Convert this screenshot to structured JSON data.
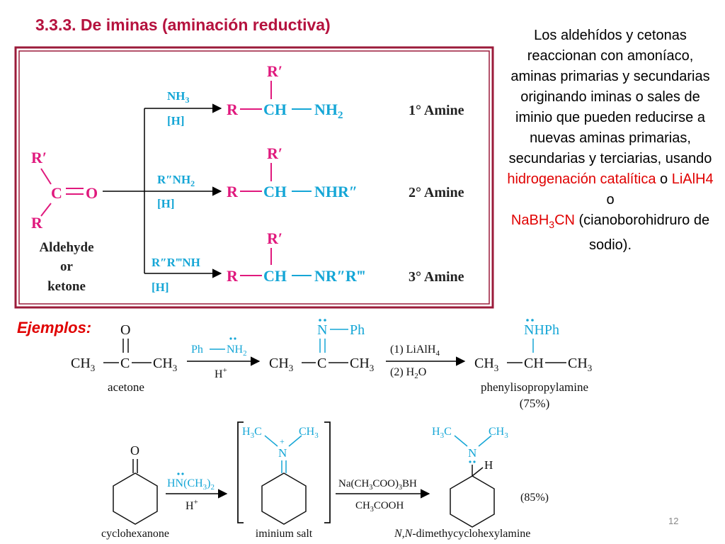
{
  "title": "3.3.3. De iminas (aminación reductiva)",
  "description": {
    "line1": "Los aldehídos y cetonas reaccionan con amoníaco, aminas primarias y secundarias originando iminas o sales de iminio que pueden reducirse a nuevas aminas primarias, secundarias y terciarias, usando ",
    "hl1": "hidrogenación catalítica",
    "or1": " o ",
    "hl2": "LiAlH4",
    "or2": " o ",
    "hl3_a": "NaBH",
    "hl3_sub": "3",
    "hl3_b": "CN",
    "tail": " (cianoborohidruro de sodio)."
  },
  "ejemplos": "Ejemplos:",
  "page_number": "12",
  "scheme": {
    "reactant": {
      "r_prime": "R′",
      "carbonyl": "C═O",
      "c": "C",
      "dbl": "═",
      "o": "O",
      "r": "R",
      "label_line1": "Aldehyde",
      "label_line2": "or",
      "label_line3": "ketone"
    },
    "routes": [
      {
        "reagent_main": "NH",
        "reagent_sub": "3",
        "reagent_tail": "",
        "reducer": "[H]",
        "product_r": "R",
        "product_ch": "CH",
        "product_n": "NH",
        "product_sub": "2",
        "product_tail": "",
        "r_prime": "R′",
        "label": "1° Amine"
      },
      {
        "reagent_main": "R″NH",
        "reagent_sub": "2",
        "reagent_tail": "",
        "reducer": "[H]",
        "product_r": "R",
        "product_ch": "CH",
        "product_n": "NHR″",
        "product_sub": "",
        "product_tail": "",
        "r_prime": "R′",
        "label": "2° Amine"
      },
      {
        "reagent_main": "R″R‴NH",
        "reagent_sub": "",
        "reagent_tail": "",
        "reducer": "[H]",
        "product_r": "R",
        "product_ch": "CH",
        "product_n": "NR″R‴",
        "product_sub": "",
        "product_tail": "",
        "r_prime": "R′",
        "label": "3° Amine"
      }
    ]
  },
  "example1": {
    "acetone": {
      "o": "O",
      "ch3": "CH",
      "sub": "3",
      "c": "C",
      "label": "acetone"
    },
    "reagent": {
      "ph": "Ph",
      "nh": "NH",
      "sub": "2",
      "catalyst": "H",
      "sup": "+"
    },
    "imine": {
      "n": "N",
      "ph": "Ph",
      "c": "C"
    },
    "step1": "(1) LiAlH",
    "step1_sub": "4",
    "step2": "(2) H",
    "step2_sub": "2",
    "step2_tail": "O",
    "product": {
      "nhph": "NHPh",
      "ch": "CH",
      "label": "phenylisopropylamine",
      "yield": "(75%)"
    }
  },
  "example2": {
    "ketone": {
      "o": "O",
      "label": "cyclohexanone"
    },
    "reagent": {
      "main": "HN(CH",
      "sub": "3",
      "tail": ")",
      "sub2": "2",
      "catalyst": "H",
      "sup": "+"
    },
    "iminium": {
      "h3c": "H",
      "ch3": "CH",
      "n": "N",
      "plus": "+",
      "label": "iminium salt"
    },
    "reducer_line1": "Na(CH",
    "reducer_line1_sub1": "3",
    "reducer_line1_mid": "COO)",
    "reducer_line1_sub2": "3",
    "reducer_line1_tail": "BH",
    "reducer_line2": "CH",
    "reducer_line2_sub": "3",
    "reducer_line2_tail": "COOH",
    "product": {
      "h3c": "H",
      "ch3": "CH",
      "n": "N",
      "h": "H",
      "label_a": "N,N",
      "label_b": "-dimethycyclohexylamine",
      "yield": "(85%)"
    }
  },
  "colors": {
    "title": "#b5123e",
    "magenta": "#e0197d",
    "cyan": "#15a6d6",
    "frame": "#9b1b3a",
    "highlight": "#e00000"
  }
}
